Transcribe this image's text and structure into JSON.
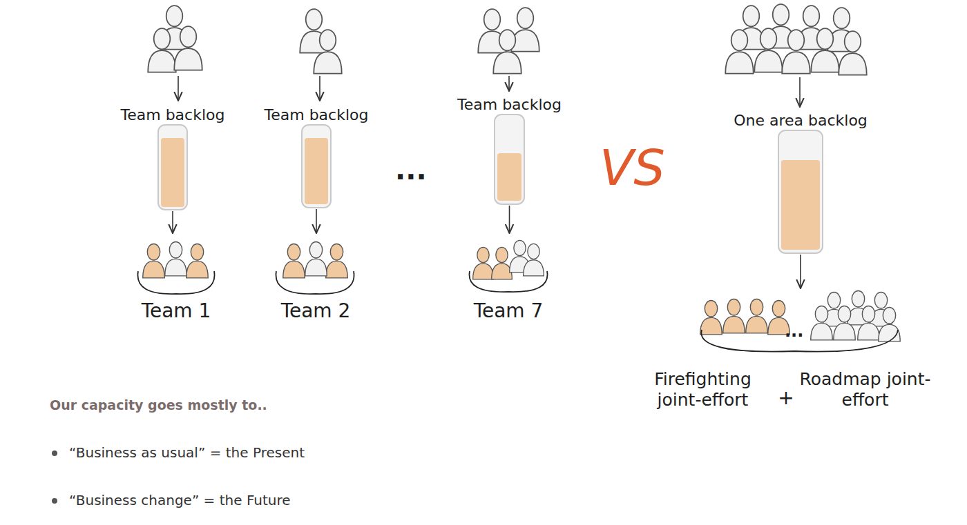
{
  "diagram": {
    "nodes": [
      {
        "text": [
          "Team backlog"
        ]
      },
      {
        "text": [
          "Team 1"
        ]
      },
      {
        "text": [
          "Team backlog"
        ]
      },
      {
        "text": [
          "Team 2"
        ]
      },
      {
        "text": [
          "Team backlog"
        ]
      },
      {
        "text": [
          "Team 7"
        ]
      },
      {
        "text": [
          "One area backlog"
        ]
      },
      {
        "text": [
          "Firefighting joint-effort",
          "+",
          "Roadmap joint-effort"
        ]
      }
    ],
    "edges": [
      {
        "from": 0,
        "to": 1,
        "arrow": "to"
      },
      {
        "from": 2,
        "to": 3,
        "arrow": "to"
      },
      {
        "from": 4,
        "to": 5,
        "arrow": "to"
      },
      {
        "from": 6,
        "to": 7,
        "arrow": "to"
      }
    ],
    "labels": [
      "...",
      "VS",
      "...",
      "Our capacity goes mostly to..",
      "“Business as usual” = the Present",
      "“Business change” = the Future"
    ]
  }
}
